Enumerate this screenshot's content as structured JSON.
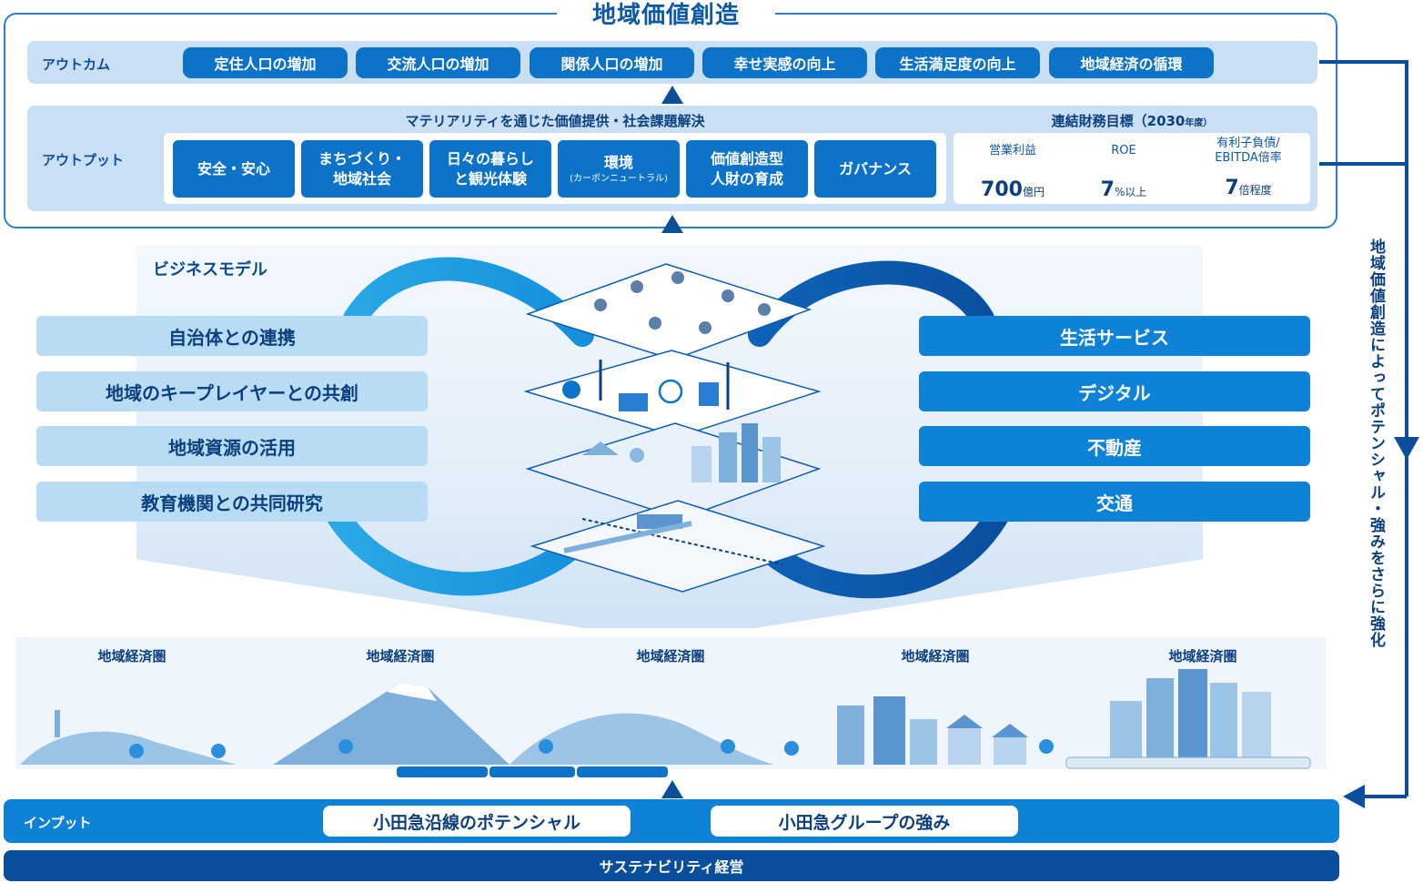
{
  "value_creation": {
    "title": "地域価値創造",
    "outcome": {
      "label": "アウトカム",
      "items": [
        "定住人口の増加",
        "交流人口の増加",
        "関係人口の増加",
        "幸せ実感の向上",
        "生活満足度の向上",
        "地域経済の循環"
      ]
    },
    "output": {
      "label": "アウトプット",
      "materiality_heading": "マテリアリティを通じた価値提供・社会課題解決",
      "materialities": [
        {
          "line1": "安全・安心",
          "line2": "",
          "note": ""
        },
        {
          "line1": "まちづくり・",
          "line2": "地域社会",
          "note": ""
        },
        {
          "line1": "日々の暮らし",
          "line2": "と観光体験",
          "note": ""
        },
        {
          "line1": "環境",
          "line2": "",
          "note": "(カーボンニュートラル)"
        },
        {
          "line1": "価値創造型",
          "line2": "人財の育成",
          "note": ""
        },
        {
          "line1": "ガバナンス",
          "line2": "",
          "note": ""
        }
      ],
      "finance_heading": "連結財務目標（2030",
      "finance_heading_suffix": "年度）",
      "finance": [
        {
          "label": "営業利益",
          "label2": "",
          "value": "700",
          "unit": "億円"
        },
        {
          "label": "ROE",
          "label2": "",
          "value": "7",
          "unit": "%以上"
        },
        {
          "label": "有利子負債/",
          "label2": "EBITDA倍率",
          "value": "7",
          "unit": "倍程度"
        }
      ]
    }
  },
  "business_model": {
    "title": "ビジネスモデル",
    "left_items": [
      "自治体との連携",
      "地域のキープレイヤーとの共創",
      "地域資源の活用",
      "教育機関との共同研究"
    ],
    "right_items": [
      "生活サービス",
      "デジタル",
      "不動産",
      "交通"
    ]
  },
  "regions": {
    "labels": [
      "地域経済圏",
      "地域経済圏",
      "地域経済圏",
      "地域経済圏",
      "地域経済圏"
    ]
  },
  "input": {
    "label": "インプット",
    "items": [
      "小田急沿線のポテンシャル",
      "小田急グループの強み"
    ],
    "foundation": "サステナビリティ経営"
  },
  "feedback": {
    "text": "地域価値創造によってポテンシャル・強みをさらに強化"
  },
  "colors": {
    "primary": "#0d73c9",
    "dark": "#0b4f9c",
    "light_band": "#c9dff4",
    "light_box": "#b7dcf4"
  }
}
